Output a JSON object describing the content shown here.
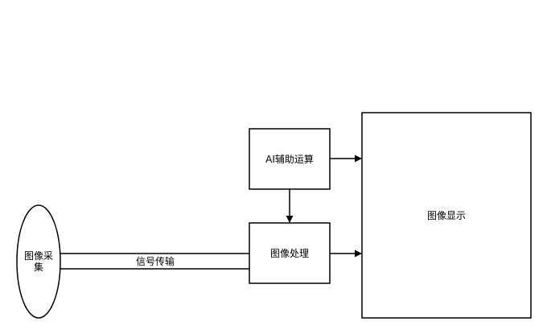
{
  "nodes": {
    "capture": {
      "label": "图像采集"
    },
    "ai_assist": {
      "label": "AI辅助运算"
    },
    "processing": {
      "label": "图像处理"
    },
    "display": {
      "label": "图像显示"
    }
  },
  "edges": {
    "signal": {
      "label": "信号传输"
    }
  },
  "colors": {
    "stroke": "#000000",
    "fill": "#ffffff",
    "text": "#000000"
  }
}
